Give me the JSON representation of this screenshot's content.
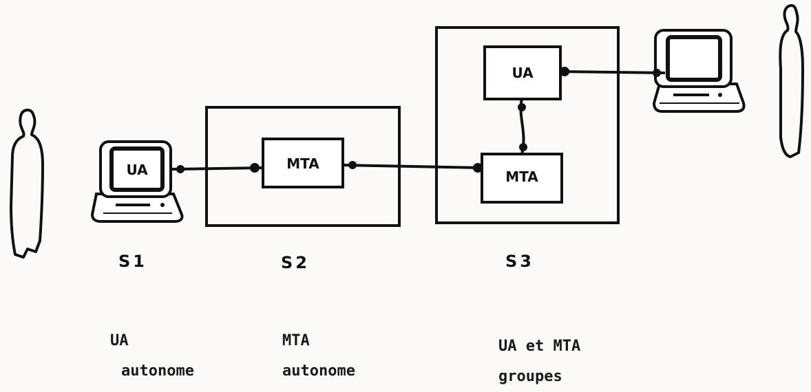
{
  "boxes": {
    "s1_ua": "UA",
    "s2_mta": "MTA",
    "s3_ua": "UA",
    "s3_mta": "MTA"
  },
  "stations": {
    "s1": "S1",
    "s2": "S2",
    "s3": "S3"
  },
  "captions": {
    "s1": {
      "line1": "UA",
      "line2": "autonome"
    },
    "s2": {
      "line1": "MTA",
      "line2": "autonome"
    },
    "s3": {
      "line1": "UA et MTA",
      "line2": "groupes"
    }
  }
}
